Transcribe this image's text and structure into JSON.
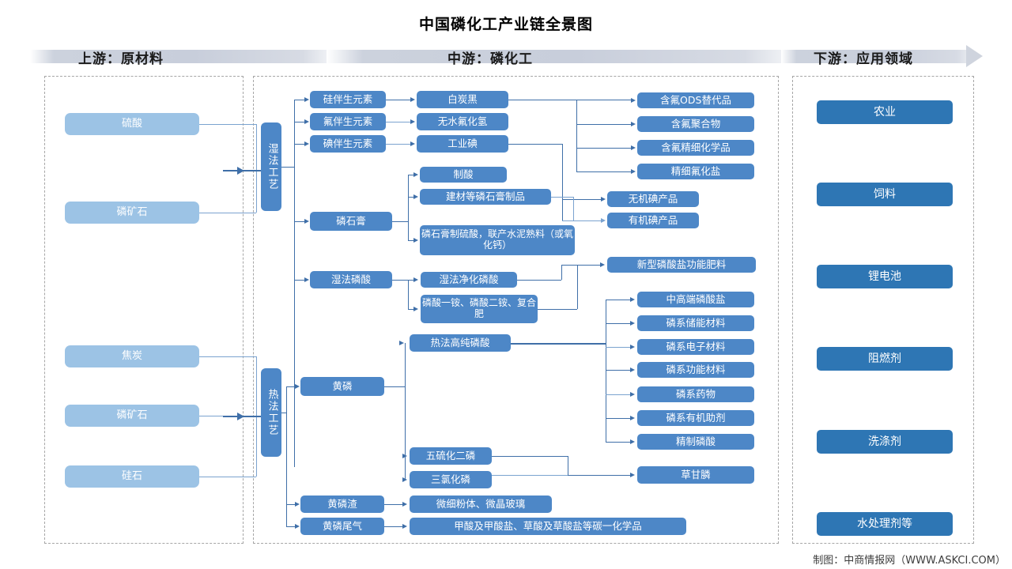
{
  "title": "中国磷化工产业链全景图",
  "footer": "制图：中商情报网（WWW.ASKCI.COM）",
  "bands": {
    "upstream": "上游：原材料",
    "midstream": "中游：磷化工",
    "downstream": "下游：应用领域"
  },
  "colors": {
    "upstream_box": "#9CC3E5",
    "midstream_box": "#4D87C7",
    "downstream_box": "#2E76B4",
    "connector": "#3F6FA8",
    "band": "#C8CEDB",
    "frame": "#A6A6A6"
  },
  "upstream": {
    "wet_inputs": [
      "硫酸",
      "磷矿石"
    ],
    "thermal_inputs": [
      "焦炭",
      "磷矿石",
      "硅石"
    ]
  },
  "midstream": {
    "processes": [
      "湿法工艺",
      "热法工艺"
    ],
    "wet": {
      "associated_elements": [
        "硅伴生元素",
        "氟伴生元素",
        "碘伴生元素"
      ],
      "element_products": [
        "白炭黑",
        "无水氟化氢",
        "工业碘"
      ],
      "gypsum": "磷石膏",
      "gypsum_products": [
        "制酸",
        "建材等磷石膏制品",
        "磷石膏制硫酸，联产水泥熟料（或氧化钙）"
      ],
      "wet_acid": "湿法磷酸",
      "wet_acid_products": [
        "湿法净化磷酸",
        "磷酸一铵、磷酸二铵、复合肥"
      ]
    },
    "thermal": {
      "yellow_p": "黄磷",
      "thermal_acid": "热法高纯磷酸",
      "sulfide_chloride": [
        "五硫化二磷",
        "三氯化磷"
      ],
      "slag": "黄磷渣",
      "slag_product": "微细粉体、微晶玻璃",
      "tail_gas": "黄磷尾气",
      "tail_gas_product": "甲酸及甲酸盐、草酸及草酸盐等碳一化学品"
    },
    "fluorine_products": [
      "含氟ODS替代品",
      "含氟聚合物",
      "含氟精细化学品",
      "精细氟化盐"
    ],
    "iodine_products": [
      "无机碘产品",
      "有机碘产品"
    ],
    "fertilizer_product": "新型磷酸盐功能肥料",
    "phosphorus_products": [
      "中高端磷酸盐",
      "磷系储能材料",
      "磷系电子材料",
      "磷系功能材料",
      "磷系药物",
      "磷系有机助剂",
      "精制磷酸"
    ],
    "glyphosate": "草甘膦"
  },
  "downstream": {
    "applications": [
      "农业",
      "饲料",
      "锂电池",
      "阻燃剂",
      "洗涤剂",
      "水处理剂等"
    ]
  }
}
